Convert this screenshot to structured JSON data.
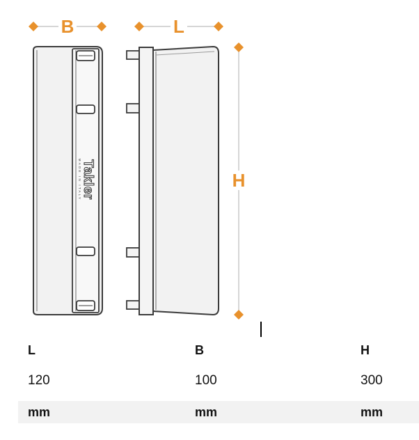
{
  "diagram": {
    "labels": {
      "width_label": "B",
      "length_label": "L",
      "height_label": "H"
    },
    "stamp": {
      "brand": "Takler",
      "sub": "MADE IN ITALY"
    },
    "colors": {
      "accent": "#E8912C",
      "dim_line": "#C8C8C8",
      "outline": "#3A3A3A",
      "fill": "#F2F2F2"
    }
  },
  "spec_table": {
    "headers": [
      "L",
      "B",
      "H"
    ],
    "values": [
      "120",
      "100",
      "300"
    ],
    "units": [
      "mm",
      "mm",
      "mm"
    ]
  }
}
